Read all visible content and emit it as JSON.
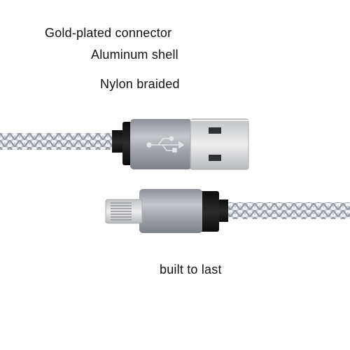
{
  "captions": {
    "connector": "Gold-plated connector",
    "shell": "Aluminum shell",
    "braid": "Nylon braided",
    "durability": "built to last"
  },
  "colors": {
    "background": "#ffffff",
    "text": "#111111",
    "aluminum": "#a9acb2",
    "aluminum_dark": "#7f838a",
    "collar": "#151515",
    "braid_light": "#e9ecef",
    "braid_dark": "#8c939b",
    "plug_metal": "#d9dadb"
  },
  "icons": {
    "usb_symbol": "usb-icon"
  }
}
